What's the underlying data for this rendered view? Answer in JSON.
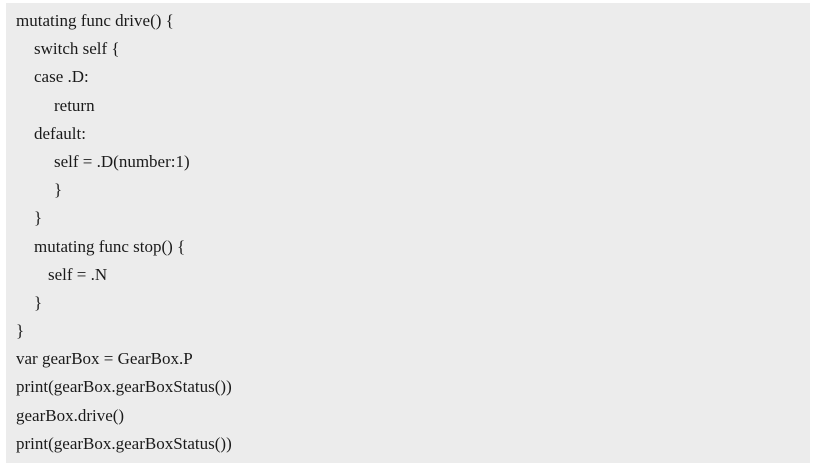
{
  "code": {
    "lines": [
      "mutating func drive() {",
      "switch self {",
      "case .D:",
      "return",
      "default:",
      "self = .D(number:1)",
      "}",
      "}",
      "mutating func stop() {",
      "self = .N",
      "}",
      "}",
      "var gearBox = GearBox.P",
      "print(gearBox.gearBoxStatus())",
      "gearBox.drive()",
      "print(gearBox.gearBoxStatus())"
    ]
  }
}
